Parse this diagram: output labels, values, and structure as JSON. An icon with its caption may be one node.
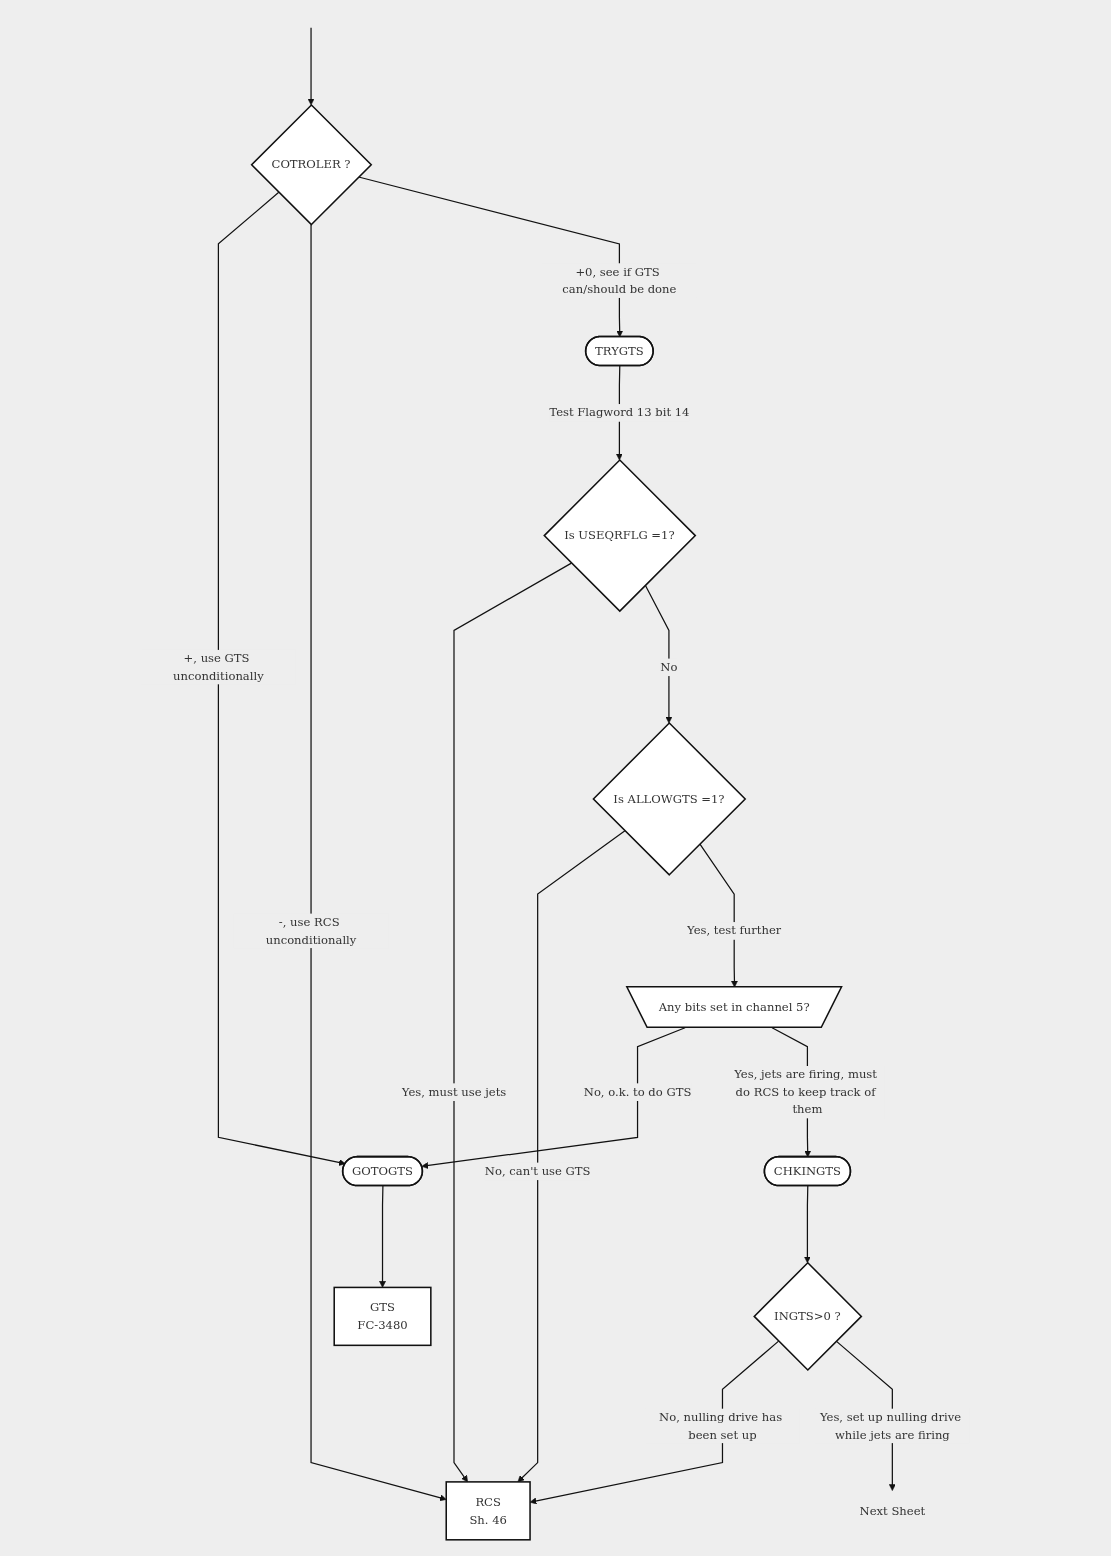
{
  "diagram": {
    "nodes": [
      {
        "text": [
          "COTROLER ?"
        ]
      },
      {
        "text": [
          "TRYGTS"
        ]
      },
      {
        "text": [
          "Is USEQRFLG =1?"
        ]
      },
      {
        "text": [
          "Is ALLOWGTS =1?"
        ]
      },
      {
        "text": [
          "Any bits set in channel 5?"
        ]
      },
      {
        "text": [
          "GOTOGTS"
        ]
      },
      {
        "text": [
          "GTS",
          "FC-3480"
        ]
      },
      {
        "text": [
          "CHKINGTS"
        ]
      },
      {
        "text": [
          "INGTS>0 ?"
        ]
      },
      {
        "text": [
          "RCS",
          "Sh. 46"
        ]
      },
      {
        "text": [
          "Next Sheet"
        ]
      }
    ],
    "edges": [
      {
        "from": null,
        "to": 0,
        "arrow": "to"
      },
      {
        "from": 0,
        "to": 5,
        "arrow": "to",
        "label": "+, use GTS unconditionally"
      },
      {
        "from": 0,
        "to": 9,
        "arrow": "to",
        "label": "-, use RCS unconditionally"
      },
      {
        "from": 0,
        "to": 1,
        "arrow": "to",
        "label": "+0, see if GTS can/should be done"
      },
      {
        "from": 1,
        "to": 2,
        "arrow": "to",
        "label": "Test Flagword 13 bit 14"
      },
      {
        "from": 2,
        "to": 9,
        "arrow": "to",
        "label": "Yes, must use jets"
      },
      {
        "from": 2,
        "to": 3,
        "arrow": "to",
        "label": "No"
      },
      {
        "from": 3,
        "to": 9,
        "arrow": "to",
        "label": "No, can't use GTS"
      },
      {
        "from": 3,
        "to": 4,
        "arrow": "to",
        "label": "Yes, test further"
      },
      {
        "from": 4,
        "to": 5,
        "arrow": "to",
        "label": "No, o.k. to do GTS"
      },
      {
        "from": 4,
        "to": 7,
        "arrow": "to",
        "label": "Yes, jets are firing, must do RCS to keep track of them"
      },
      {
        "from": 5,
        "to": 6,
        "arrow": "to"
      },
      {
        "from": 7,
        "to": 8,
        "arrow": "to"
      },
      {
        "from": 8,
        "to": 9,
        "arrow": "to",
        "label": "No, nulling drive has been set up"
      },
      {
        "from": 8,
        "to": 10,
        "arrow": "to",
        "label": "Yes, set up nulling drive while jets are firing"
      }
    ]
  }
}
